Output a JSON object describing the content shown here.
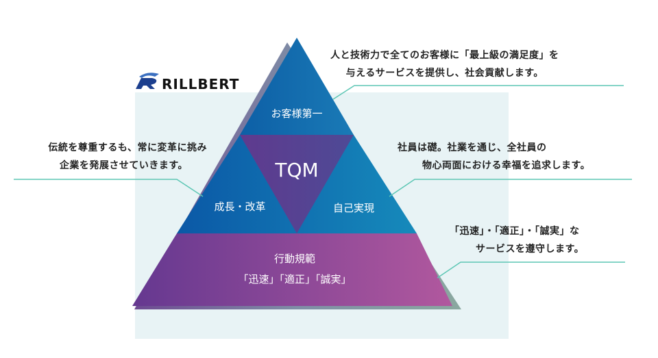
{
  "logo": {
    "text": "RILLBERT"
  },
  "pyramid": {
    "top": "お客様第一",
    "center": "TQM",
    "left": "成長・改革",
    "right": "自己実現",
    "base_title": "行動規範",
    "base_values": "「迅速」「適正」「誠実」"
  },
  "callouts": {
    "top": [
      "人と技術力で全てのお客様に「最上級の満足度」を",
      "与えるサービスを提供し、社会貢献します。"
    ],
    "left": [
      "伝統を尊重するも、常に変革に挑み",
      "企業を発展させていきます。"
    ],
    "right": [
      "社員は礎。社業を通じ、全社員の",
      "物心両面における幸福を追求します。"
    ],
    "bottom": [
      "「迅速」・「適正」・「誠実」な",
      "サービスを遵守します。"
    ]
  },
  "colors": {
    "accent_line": "#5cc6b4",
    "panel_bg": "#e8f3f5",
    "blue": "#1470ae",
    "purple": "#5a3c90",
    "magenta": "#a8589e"
  }
}
